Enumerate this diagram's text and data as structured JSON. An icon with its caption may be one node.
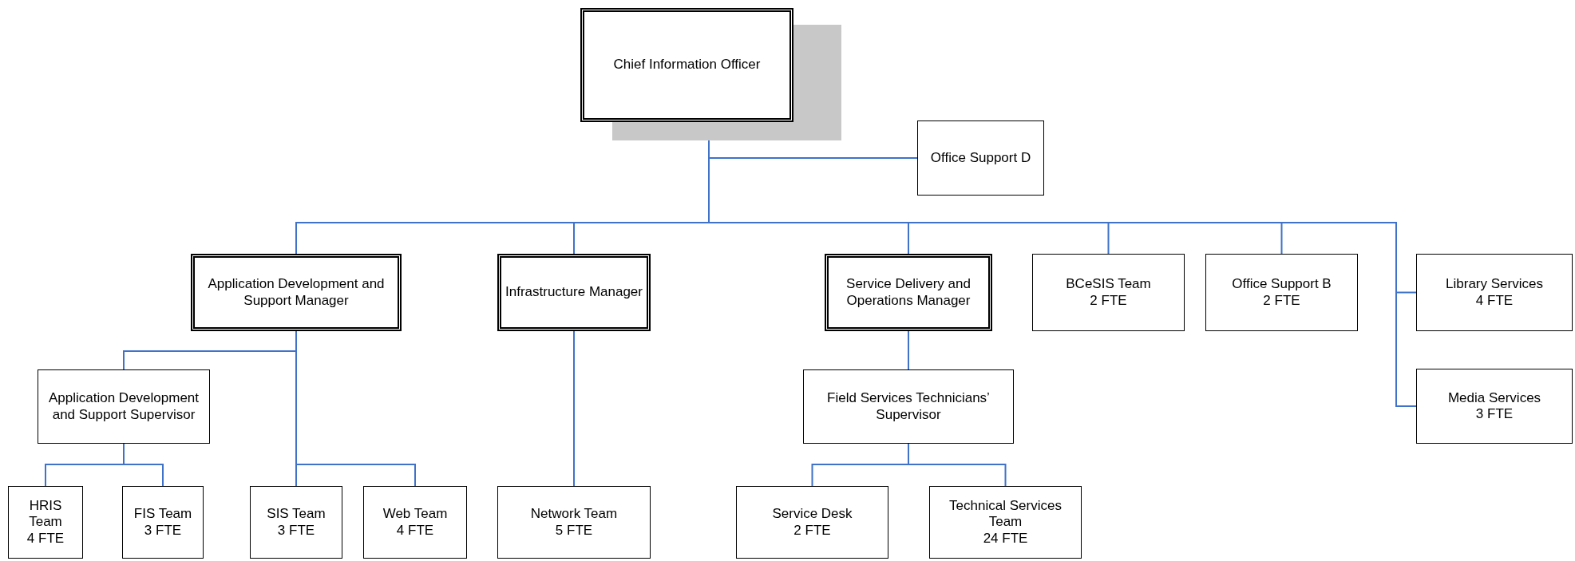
{
  "diagram": {
    "nodes": [
      {
        "text": [
          "Chief Information Officer"
        ]
      },
      {
        "text": [
          "Office Support D"
        ]
      },
      {
        "text": [
          "Application Development and Support Manager"
        ]
      },
      {
        "text": [
          "Infrastructure Manager"
        ]
      },
      {
        "text": [
          "Service Delivery and Operations Manager"
        ]
      },
      {
        "text": [
          "BCeSIS Team",
          "2 FTE"
        ]
      },
      {
        "text": [
          "Office Support B",
          "2 FTE"
        ]
      },
      {
        "text": [
          "Library Services",
          "4 FTE"
        ]
      },
      {
        "text": [
          "Application Development and Support Supervisor"
        ]
      },
      {
        "text": [
          "Field Services Technicians’ Supervisor"
        ]
      },
      {
        "text": [
          "Media Services",
          "3 FTE"
        ]
      },
      {
        "text": [
          "HRIS Team",
          "4 FTE"
        ]
      },
      {
        "text": [
          "FIS Team",
          "3 FTE"
        ]
      },
      {
        "text": [
          "SIS Team",
          "3 FTE"
        ]
      },
      {
        "text": [
          "Web Team",
          "4 FTE"
        ]
      },
      {
        "text": [
          "Network Team",
          "5 FTE"
        ]
      },
      {
        "text": [
          "Service Desk",
          "2 FTE"
        ]
      },
      {
        "text": [
          "Technical Services Team",
          "24 FTE"
        ]
      }
    ],
    "edges": [
      {
        "from": 0,
        "to": 1,
        "arrow": "none"
      },
      {
        "from": 0,
        "to": 2,
        "arrow": "none"
      },
      {
        "from": 0,
        "to": 3,
        "arrow": "none"
      },
      {
        "from": 0,
        "to": 4,
        "arrow": "none"
      },
      {
        "from": 0,
        "to": 5,
        "arrow": "none"
      },
      {
        "from": 0,
        "to": 6,
        "arrow": "none"
      },
      {
        "from": 0,
        "to": 7,
        "arrow": "none"
      },
      {
        "from": 0,
        "to": 10,
        "arrow": "none"
      },
      {
        "from": 2,
        "to": 8,
        "arrow": "none"
      },
      {
        "from": 2,
        "to": 13,
        "arrow": "none"
      },
      {
        "from": 2,
        "to": 14,
        "arrow": "none"
      },
      {
        "from": 8,
        "to": 11,
        "arrow": "none"
      },
      {
        "from": 8,
        "to": 12,
        "arrow": "none"
      },
      {
        "from": 3,
        "to": 15,
        "arrow": "none"
      },
      {
        "from": 4,
        "to": 9,
        "arrow": "none"
      },
      {
        "from": 9,
        "to": 16,
        "arrow": "none"
      },
      {
        "from": 9,
        "to": 17,
        "arrow": "none"
      }
    ]
  }
}
